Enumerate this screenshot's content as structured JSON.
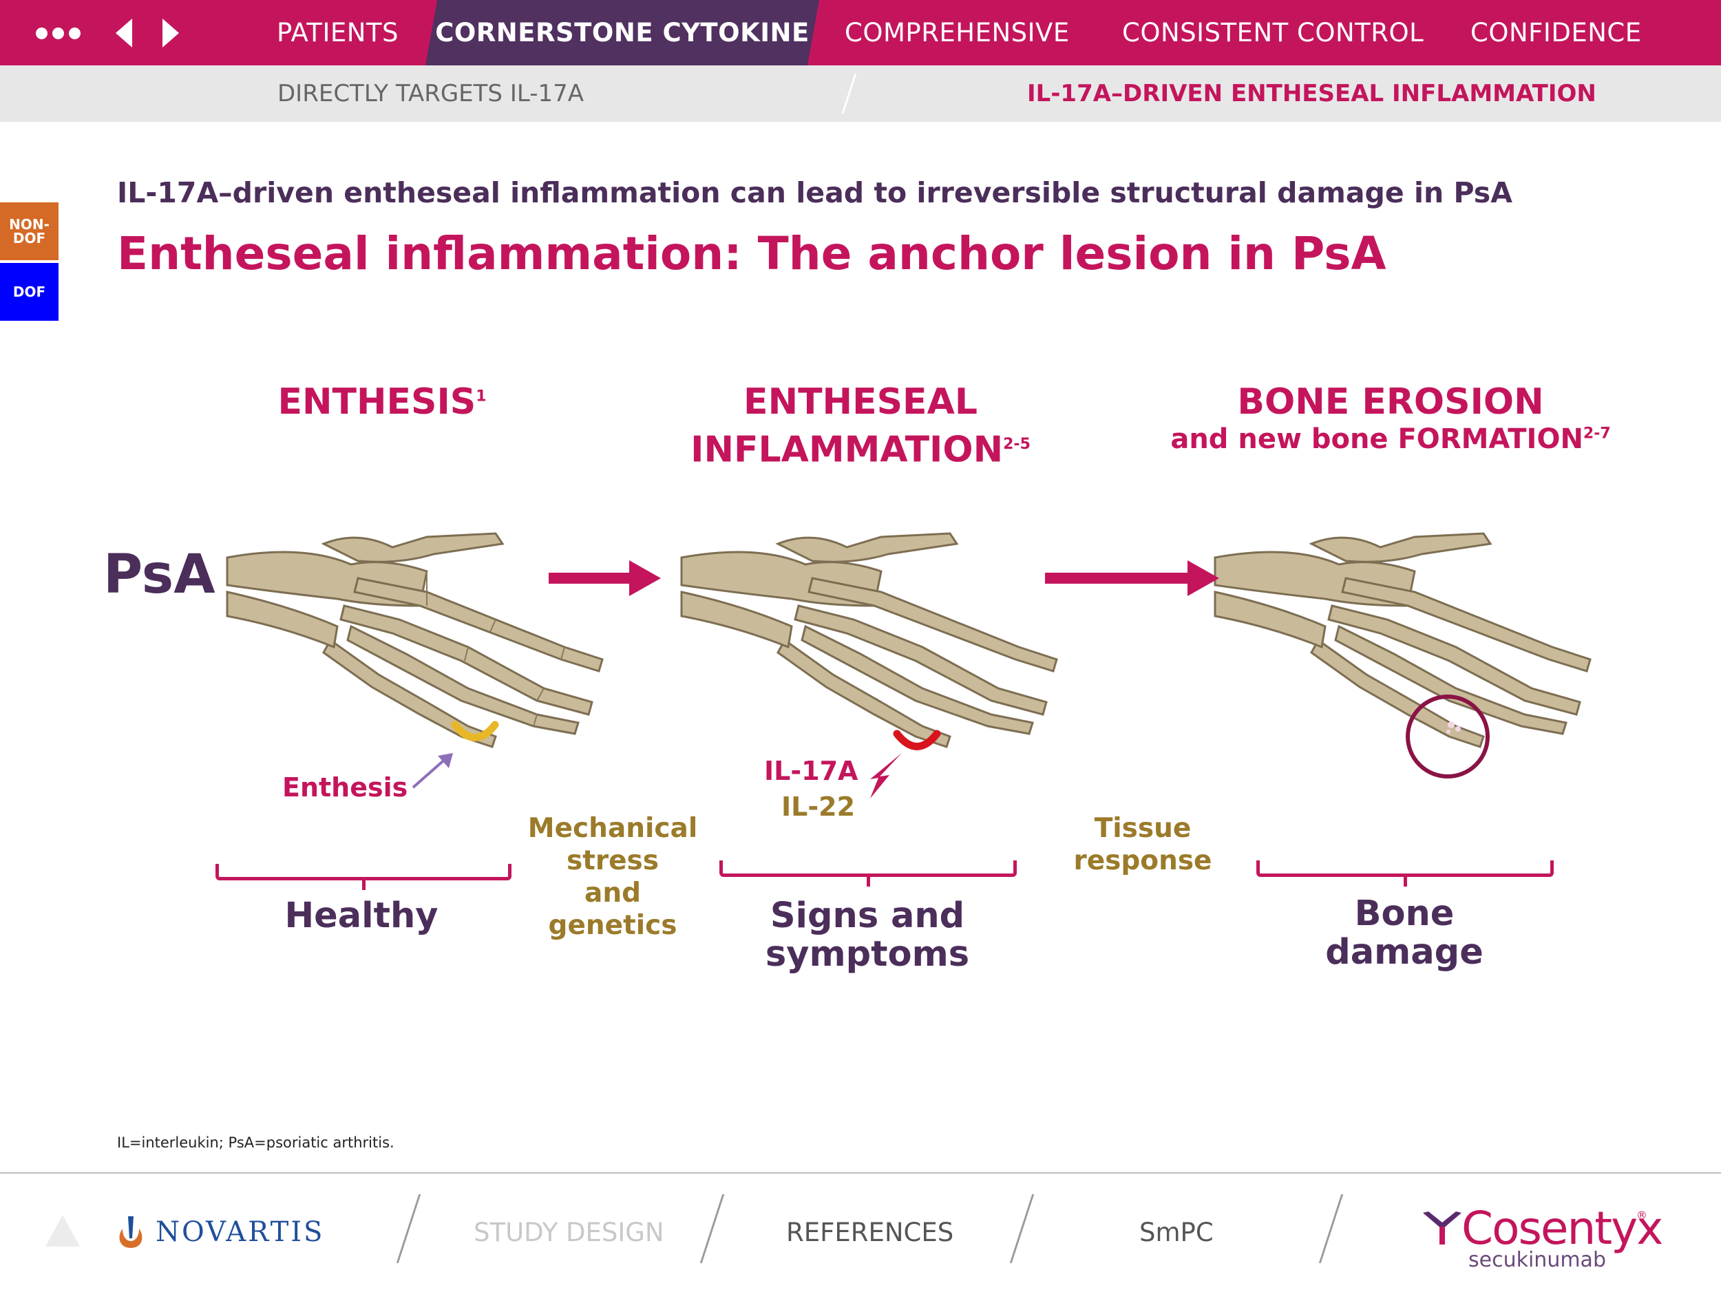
{
  "top_nav": {
    "tabs": [
      {
        "label": "PATIENTS",
        "active": false
      },
      {
        "label": "CORNERSTONE CYTOKINE",
        "active": true
      },
      {
        "label": "COMPREHENSIVE",
        "active": false
      },
      {
        "label": "CONSISTENT CONTROL",
        "active": false
      },
      {
        "label": "CONFIDENCE",
        "active": false
      }
    ],
    "menu_icon": "more-dots-icon",
    "prev_icon": "triangle-left-icon",
    "next_icon": "triangle-right-icon"
  },
  "sub_nav": {
    "tabs": [
      {
        "label": "DIRECTLY TARGETS IL-17A",
        "active": false
      },
      {
        "label": "IL-17A–DRIVEN ENTHESEAL INFLAMMATION",
        "active": true
      }
    ]
  },
  "side_tabs": [
    {
      "label": "NON-\nDOF",
      "color": "#d56a27"
    },
    {
      "label": "DOF",
      "color": "#0000ff"
    }
  ],
  "subheading": "IL-17A–driven entheseal inflammation can lead to irreversible structural damage in PsA",
  "heading": "Entheseal inflammation: The anchor lesion in PsA",
  "row_label": "PsA",
  "stages": [
    {
      "title": "ENTHESIS",
      "ref": "1",
      "outcome": "Healthy"
    },
    {
      "title_line1": "ENTHESEAL",
      "title_line2": "INFLAMMATION",
      "ref": "2-5",
      "outcome_line1": "Signs and",
      "outcome_line2": "symptoms"
    },
    {
      "title": "BONE EROSION",
      "subtitle": "and new bone FORMATION",
      "ref": "2-7",
      "outcome_line1": "Bone",
      "outcome_line2": "damage"
    }
  ],
  "drivers": [
    {
      "line1": "Mechanical",
      "line2": "stress",
      "line3": "and genetics"
    },
    {
      "line1": "Tissue",
      "line2": "response"
    }
  ],
  "annotations": {
    "enthesis_label": "Enthesis",
    "cytokine_1": "IL-17A",
    "cytokine_2": "IL-22"
  },
  "footnote": "IL=interleukin; PsA=psoriatic arthritis.",
  "bottom_bar": {
    "home_icon": "home-triangle-icon",
    "novartis_logo": "NOVARTIS",
    "links": [
      {
        "label": "STUDY DESIGN",
        "disabled": true
      },
      {
        "label": "REFERENCES",
        "disabled": false
      },
      {
        "label": "SmPC",
        "disabled": false
      }
    ],
    "brand_name": "Cosentyx",
    "brand_reg": "®",
    "brand_generic": "secukinumab"
  },
  "colors": {
    "brand_magenta": "#c4155c",
    "brand_purple": "#4b2e5a",
    "active_tab": "#503160",
    "gold_text": "#9b7b2a",
    "non_dof": "#d56a27",
    "dof": "#0000ff",
    "enthesis_marker": "#e8b728",
    "inflammation_marker": "#d8141c"
  }
}
